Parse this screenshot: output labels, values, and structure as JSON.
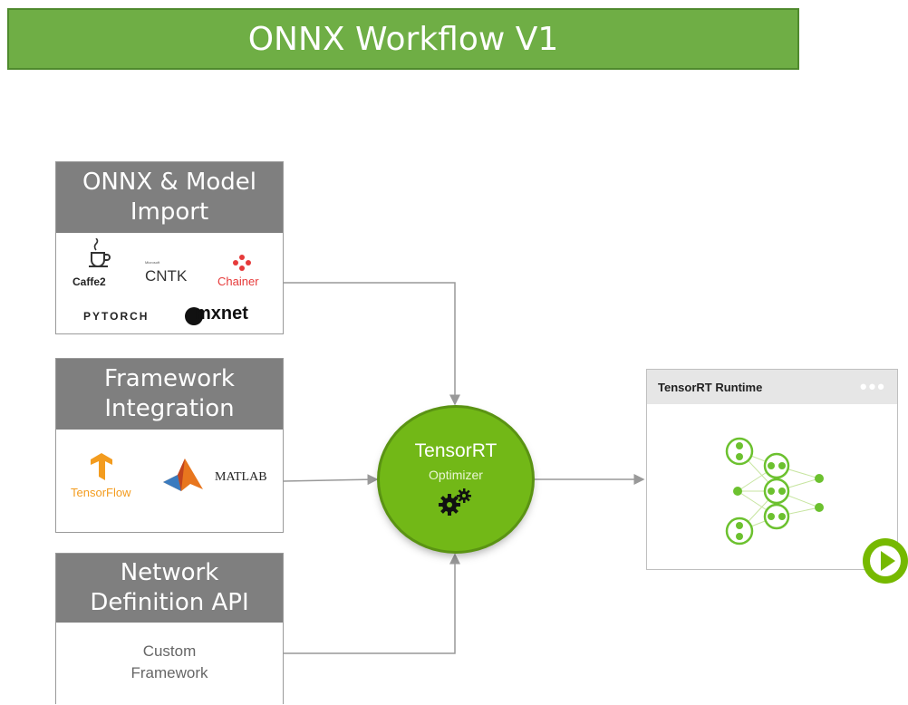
{
  "banner": {
    "title": "ONNX Workflow V1"
  },
  "inputs": [
    {
      "title_line1": "ONNX & Model",
      "title_line2": "Import",
      "logos": [
        "Caffe2",
        "CNTK",
        "Chainer",
        "PYTORCH",
        "mxnet"
      ],
      "logo_small": "Microsoft"
    },
    {
      "title_line1": "Framework",
      "title_line2": "Integration",
      "logos": [
        "TensorFlow",
        "MATLAB"
      ]
    },
    {
      "title_line1": "Network",
      "title_line2": "Definition API",
      "body_line1": "Custom",
      "body_line2": "Framework"
    }
  ],
  "optimizer": {
    "title": "TensorRT",
    "subtitle": "Optimizer",
    "icon": "gears-icon"
  },
  "runtime": {
    "title": "TensorRT Runtime",
    "menu_dots": "•••",
    "icon": "neural-network-icon",
    "play_icon": "play-icon"
  },
  "colors": {
    "banner": "#6fae45",
    "optimizer": "#72b817",
    "header_gray": "#7f7f7f",
    "accent_green": "#76b900"
  }
}
